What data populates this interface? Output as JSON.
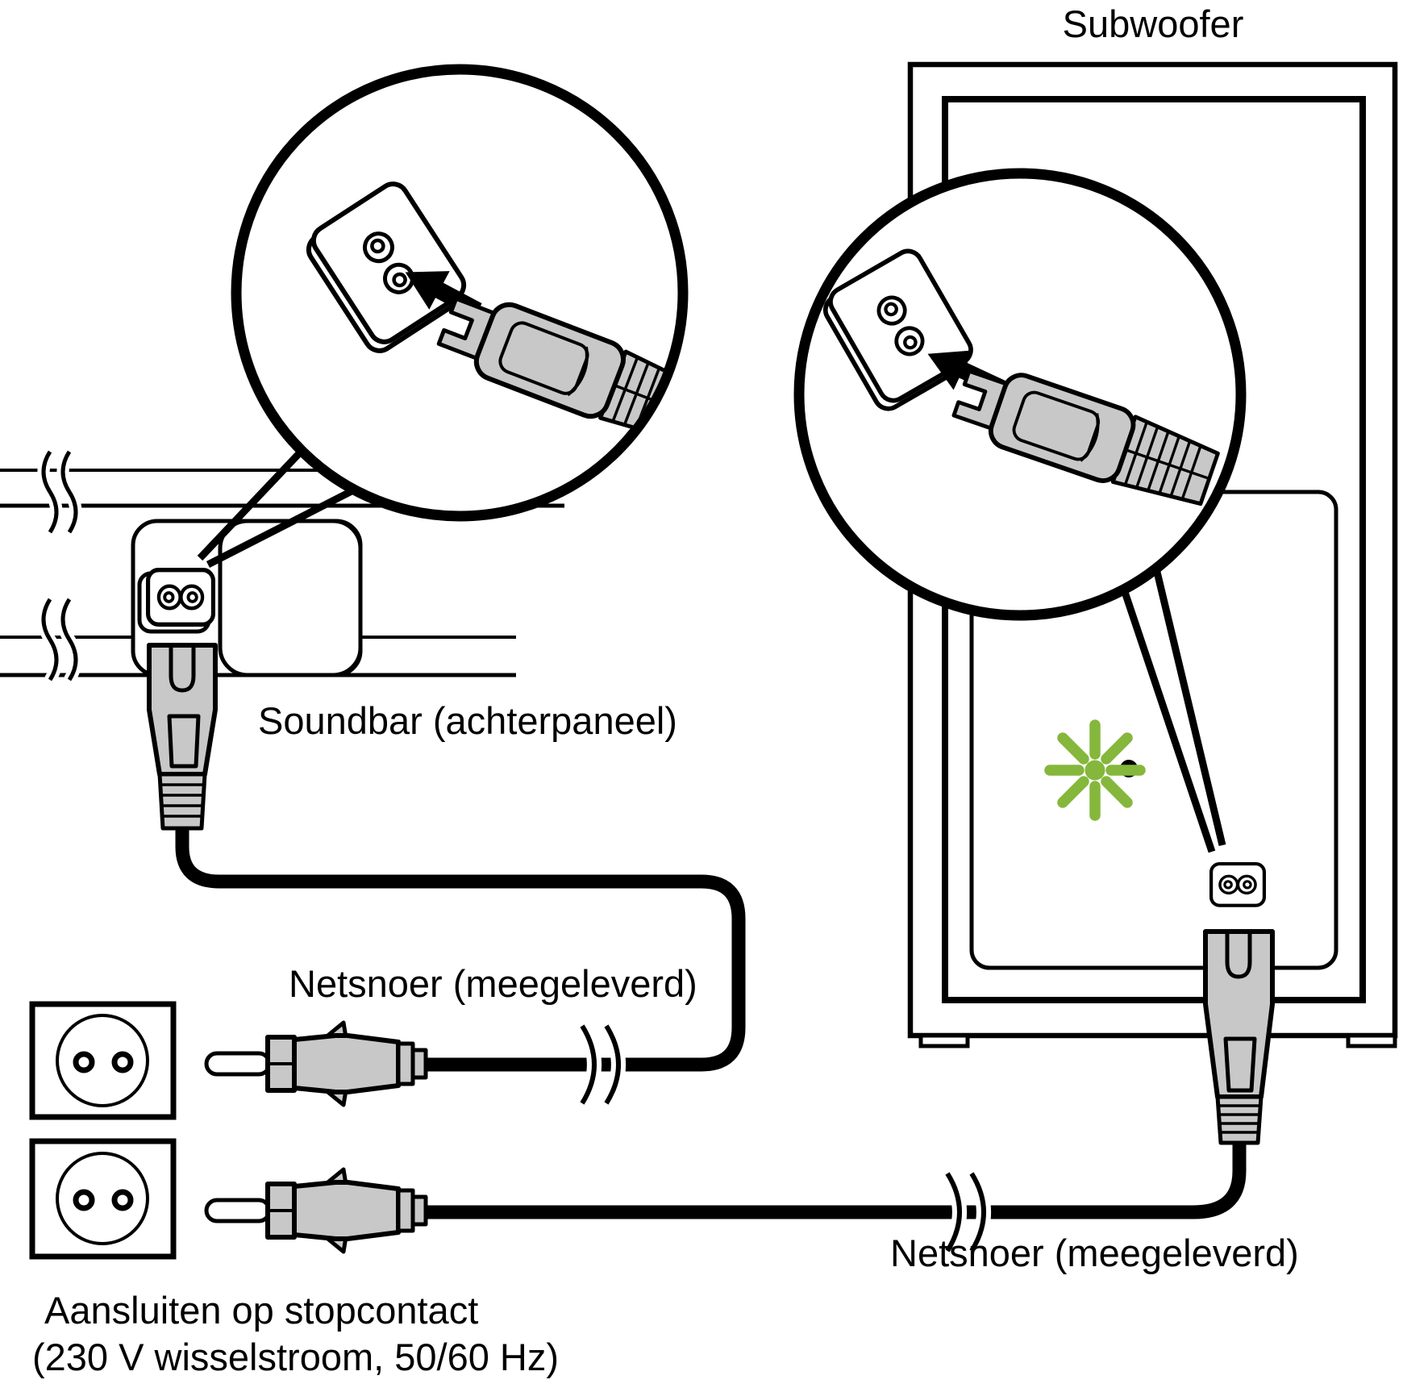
{
  "diagram": {
    "labels": {
      "subwoofer": "Subwoofer",
      "soundbar": "Soundbar (achterpaneel)",
      "soundbar_cord": "Netsnoer (meegeleverd)",
      "subwoofer_cord": "Netsnoer (meegeleverd)",
      "outlet_caption_line1": "Aansluiten op stopcontact",
      "outlet_caption_line2": "(230 V wisselstroom, 50/60 Hz)"
    },
    "colors": {
      "outline": "#000000",
      "plug_fill": "#c8c8c8",
      "led_green": "#85b73c",
      "background": "#ffffff"
    },
    "icons": {
      "soundbar_inlet": "power-inlet-c8-icon",
      "subwoofer_inlet": "power-inlet-c8-icon",
      "subwoofer_led": "led-starburst-icon",
      "cable_breaks": "cable-break-icon",
      "wall_outlets": "wall-outlet-icon",
      "insert_arrows": "insert-arrow-icon",
      "magnifiers": "zoom-circle-icon"
    }
  }
}
